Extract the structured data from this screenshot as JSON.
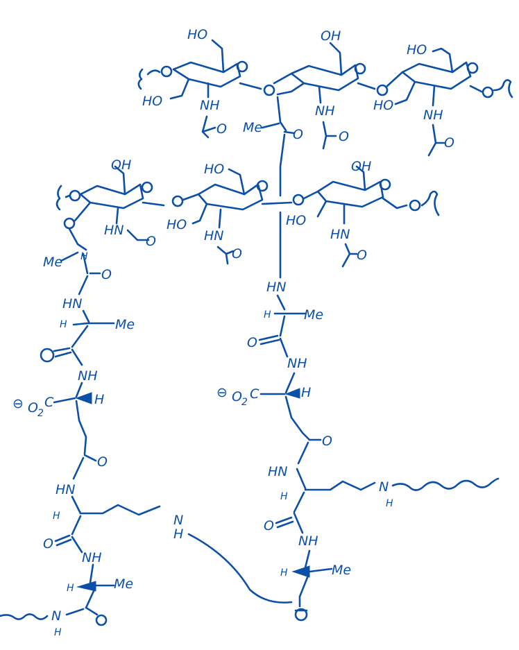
{
  "labels": {
    "ho_r1_a": "HO",
    "ho_r1_b": "HO",
    "nh_r1_a": "NH",
    "oh_r1_b": "OH",
    "nh_r1_b": "NH",
    "ho_r1_c": "HO",
    "ho_r1_c2": "HO",
    "nh_r1_c": "NH",
    "me_r1": "Me",
    "o_r1_acyl": "O",
    "o_r1_link": "O",
    "oh_r2_a": "OH",
    "hn_r2_a": "HN",
    "ho_r2_b": "HO",
    "ho_r2_b2": "HO",
    "hn_r2_b": "HN",
    "oh_r2_c": "OH",
    "ho_r2_c": "HO",
    "hn_r2_c": "HN",
    "me_l1": "Me",
    "h_l1": "H",
    "o_l1": "O",
    "hn_l1": "HN",
    "h_l2": "H",
    "me_l2": "Me",
    "o_l2": "O",
    "nh_l2": "NH",
    "co2_l": "O",
    "co2_l_sub": "2",
    "co2_l_c": "C",
    "minus_l": "⊖",
    "h_l3": "H",
    "o_l3": "O",
    "hn_l3": "HN",
    "h_l4": "H",
    "o_l4": "O",
    "nh_l4": "NH",
    "nh_cross": "N",
    "h_cross": "H",
    "h_l5": "H",
    "me_l5": "Me",
    "n_l5": "N",
    "h_l5b": "H",
    "o_l5": "O",
    "hn_r1": "HN",
    "h_r1": "H",
    "me_r1b": "Me",
    "o_r1": "O",
    "nh_r1": "NH",
    "co2_r": "O",
    "co2_r_sub": "2",
    "co2_r_c": "C",
    "minus_r": "⊖",
    "h_r2": "H",
    "o_r2": "O",
    "hn_r2": "HN",
    "h_r3": "H",
    "n_r3": "N",
    "h_r3b": "H",
    "o_r3": "O",
    "nh_r3": "NH",
    "h_r4": "H",
    "me_r4": "Me",
    "o_r4": "O"
  }
}
